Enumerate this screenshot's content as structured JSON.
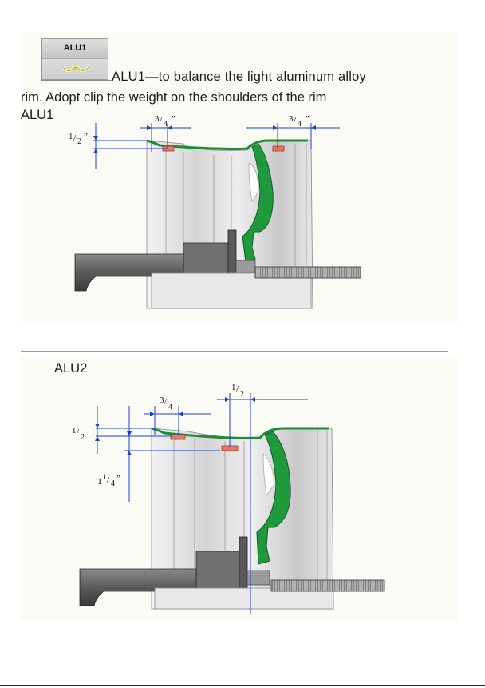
{
  "button": {
    "label": "ALU1",
    "icon": "clip-weight-icon"
  },
  "description": {
    "line1": "ALU1—to balance the light aluminum alloy",
    "line2": "rim. Adopt clip the weight on the shoulders of the rim",
    "line3": "ALU1"
  },
  "figure1": {
    "dim_left_top_num": "3",
    "dim_left_top_den": "4",
    "dim_left_top_quote": "”",
    "dim_right_top_num": "3",
    "dim_right_top_den": "4",
    "dim_right_top_quote": "”",
    "dim_side_num": "1",
    "dim_side_den": "2",
    "dim_side_quote": "”"
  },
  "section2": {
    "label": "ALU2"
  },
  "figure2": {
    "dim_top_num": "1",
    "dim_top_den": "2",
    "dim_left_num": "3",
    "dim_left_den": "4",
    "dim_side_num": "1",
    "dim_side_den": "2",
    "dim_mixed_whole": "1",
    "dim_mixed_num": "1",
    "dim_mixed_den": "4",
    "dim_mixed_quote": "”"
  },
  "colors": {
    "rim_edge": "#1f8a3a",
    "weight": "#e07a6a",
    "dim_line": "#1f3fd0"
  }
}
